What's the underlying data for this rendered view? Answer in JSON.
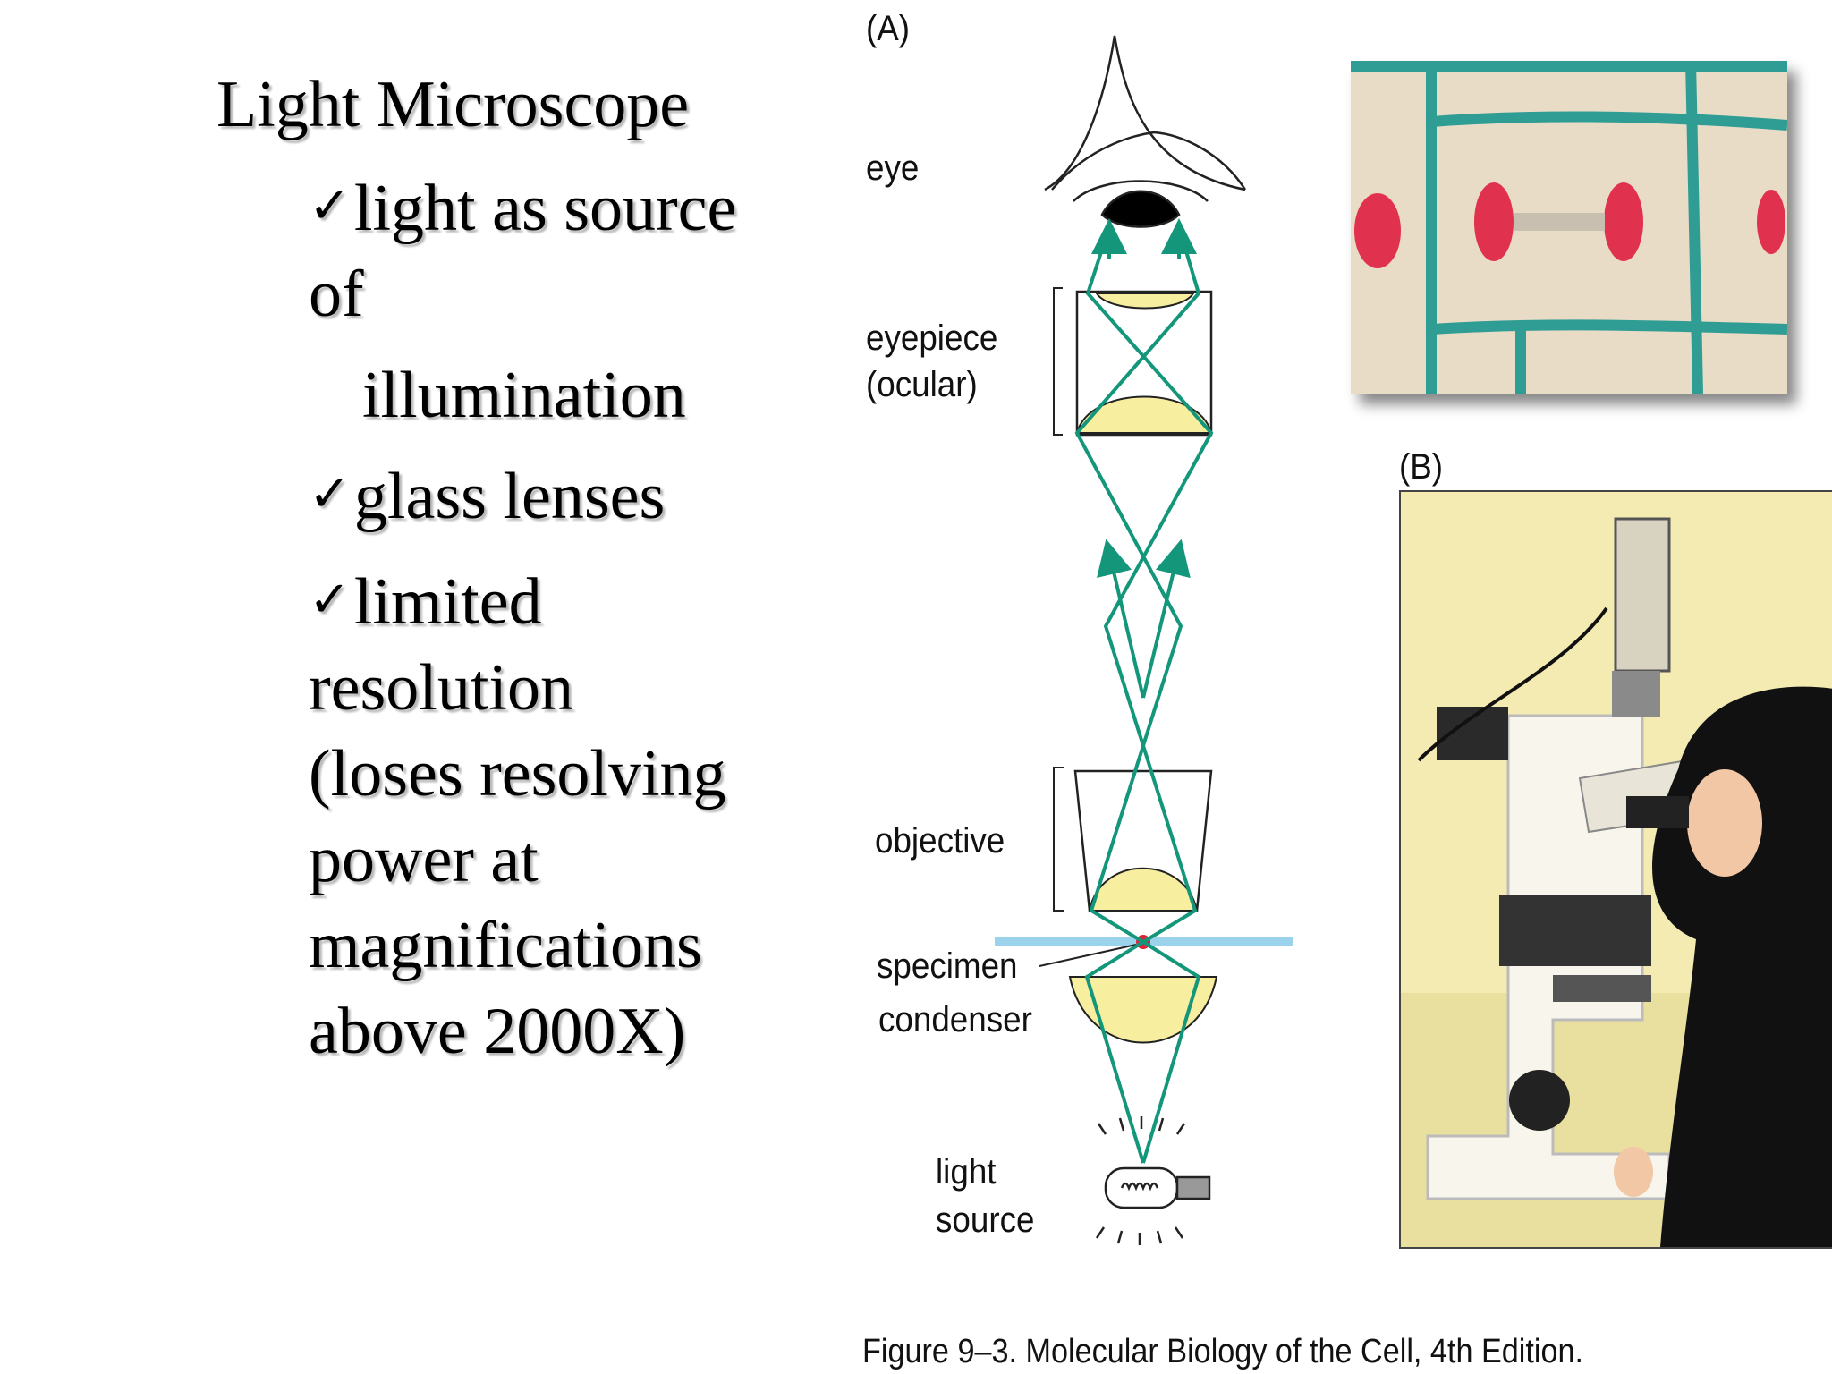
{
  "slide": {
    "title": "Light Microscope",
    "bullets": [
      {
        "lines": [
          "light as source",
          "of",
          "illumination"
        ]
      },
      {
        "lines": [
          "glass lenses"
        ]
      },
      {
        "lines": [
          "limited",
          "resolution",
          "(loses resolving",
          "power at",
          "magnifications",
          "above 2000X)"
        ]
      }
    ]
  },
  "figure": {
    "panel_a": "(A)",
    "panel_b": "(B)",
    "labels": {
      "eye": "eye",
      "eyepiece": "eyepiece",
      "ocular": "(ocular)",
      "objective": "objective",
      "specimen": "specimen",
      "condenser": "condenser",
      "light": "light",
      "source": "source"
    },
    "caption": "Figure 9–3. Molecular Biology of the Cell, 4th Edition."
  },
  "colors": {
    "ray": "#13967a",
    "lens": "#f8eea0",
    "slide": "#9cd3ec",
    "specimen_dot": "#e0223a"
  }
}
